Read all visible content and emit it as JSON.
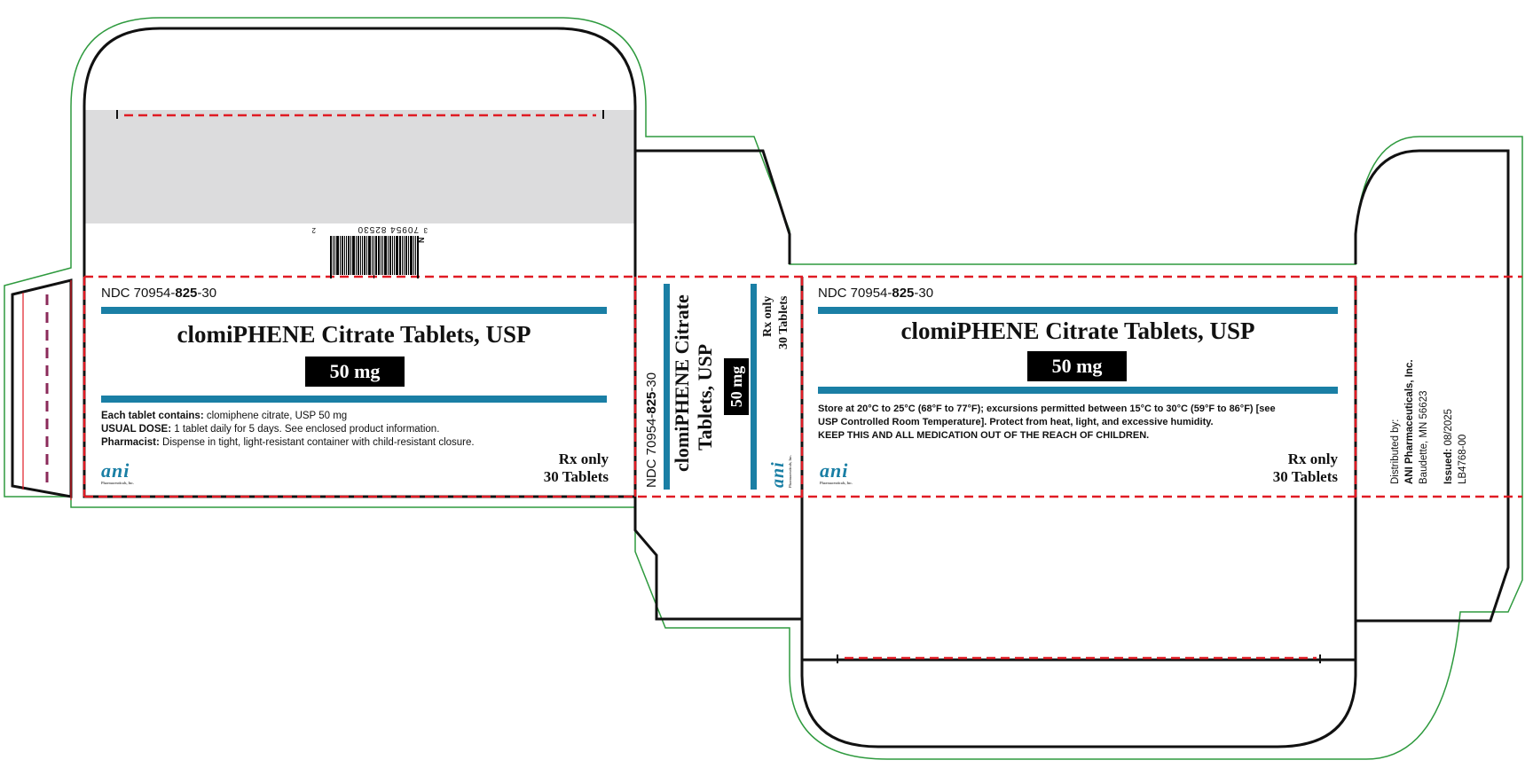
{
  "ndc": {
    "prefix": "NDC 70954-",
    "product": "825",
    "suffix": "-30"
  },
  "product_name": "clomiPHENE Citrate Tablets, USP",
  "side_name_line1": "clomiPHENE Citrate",
  "side_name_line2": "Tablets, USP",
  "strength": "50 mg",
  "rx_only": "Rx only",
  "count": "30 Tablets",
  "brand": "ani",
  "brand_sub": "Pharmaceuticals, Inc.",
  "front_info": [
    {
      "label": "Each tablet contains:",
      "text": " clomiphene citrate, USP 50 mg"
    },
    {
      "label": "USUAL DOSE:",
      "text": " 1 tablet daily for 5 days. See enclosed product information."
    },
    {
      "label": "Pharmacist:",
      "text": " Dispense in tight, light-resistant container with child-resistant closure."
    }
  ],
  "storage": [
    "Store at 20°C to 25°C (68°F to 77°F); excursions permitted between 15°C to 30°C (59°F to 86°F) [see",
    "USP Controlled Room Temperature]. Protect from heat, light, and excessive humidity.",
    "KEEP THIS AND ALL MEDICATION OUT OF THE REACH OF CHILDREN."
  ],
  "distributor": {
    "label": "Distributed by:",
    "name": "ANI Pharmaceuticals, Inc.",
    "address": "Baudette, MN 56623",
    "issued_label": "Issued:",
    "issued_date": " 08/2025",
    "code": "LB4768-00"
  },
  "barcode": {
    "digits": "70954 82530",
    "left_digit": "3",
    "right_digit": "2",
    "n_mark": "N"
  },
  "colors": {
    "accent": "#1a7fa5",
    "dieline_green": "#2e9a3e",
    "cut_red": "#e01b24",
    "panel_gray": "#dcdcdd",
    "glue_purple": "#8b2a5a"
  }
}
